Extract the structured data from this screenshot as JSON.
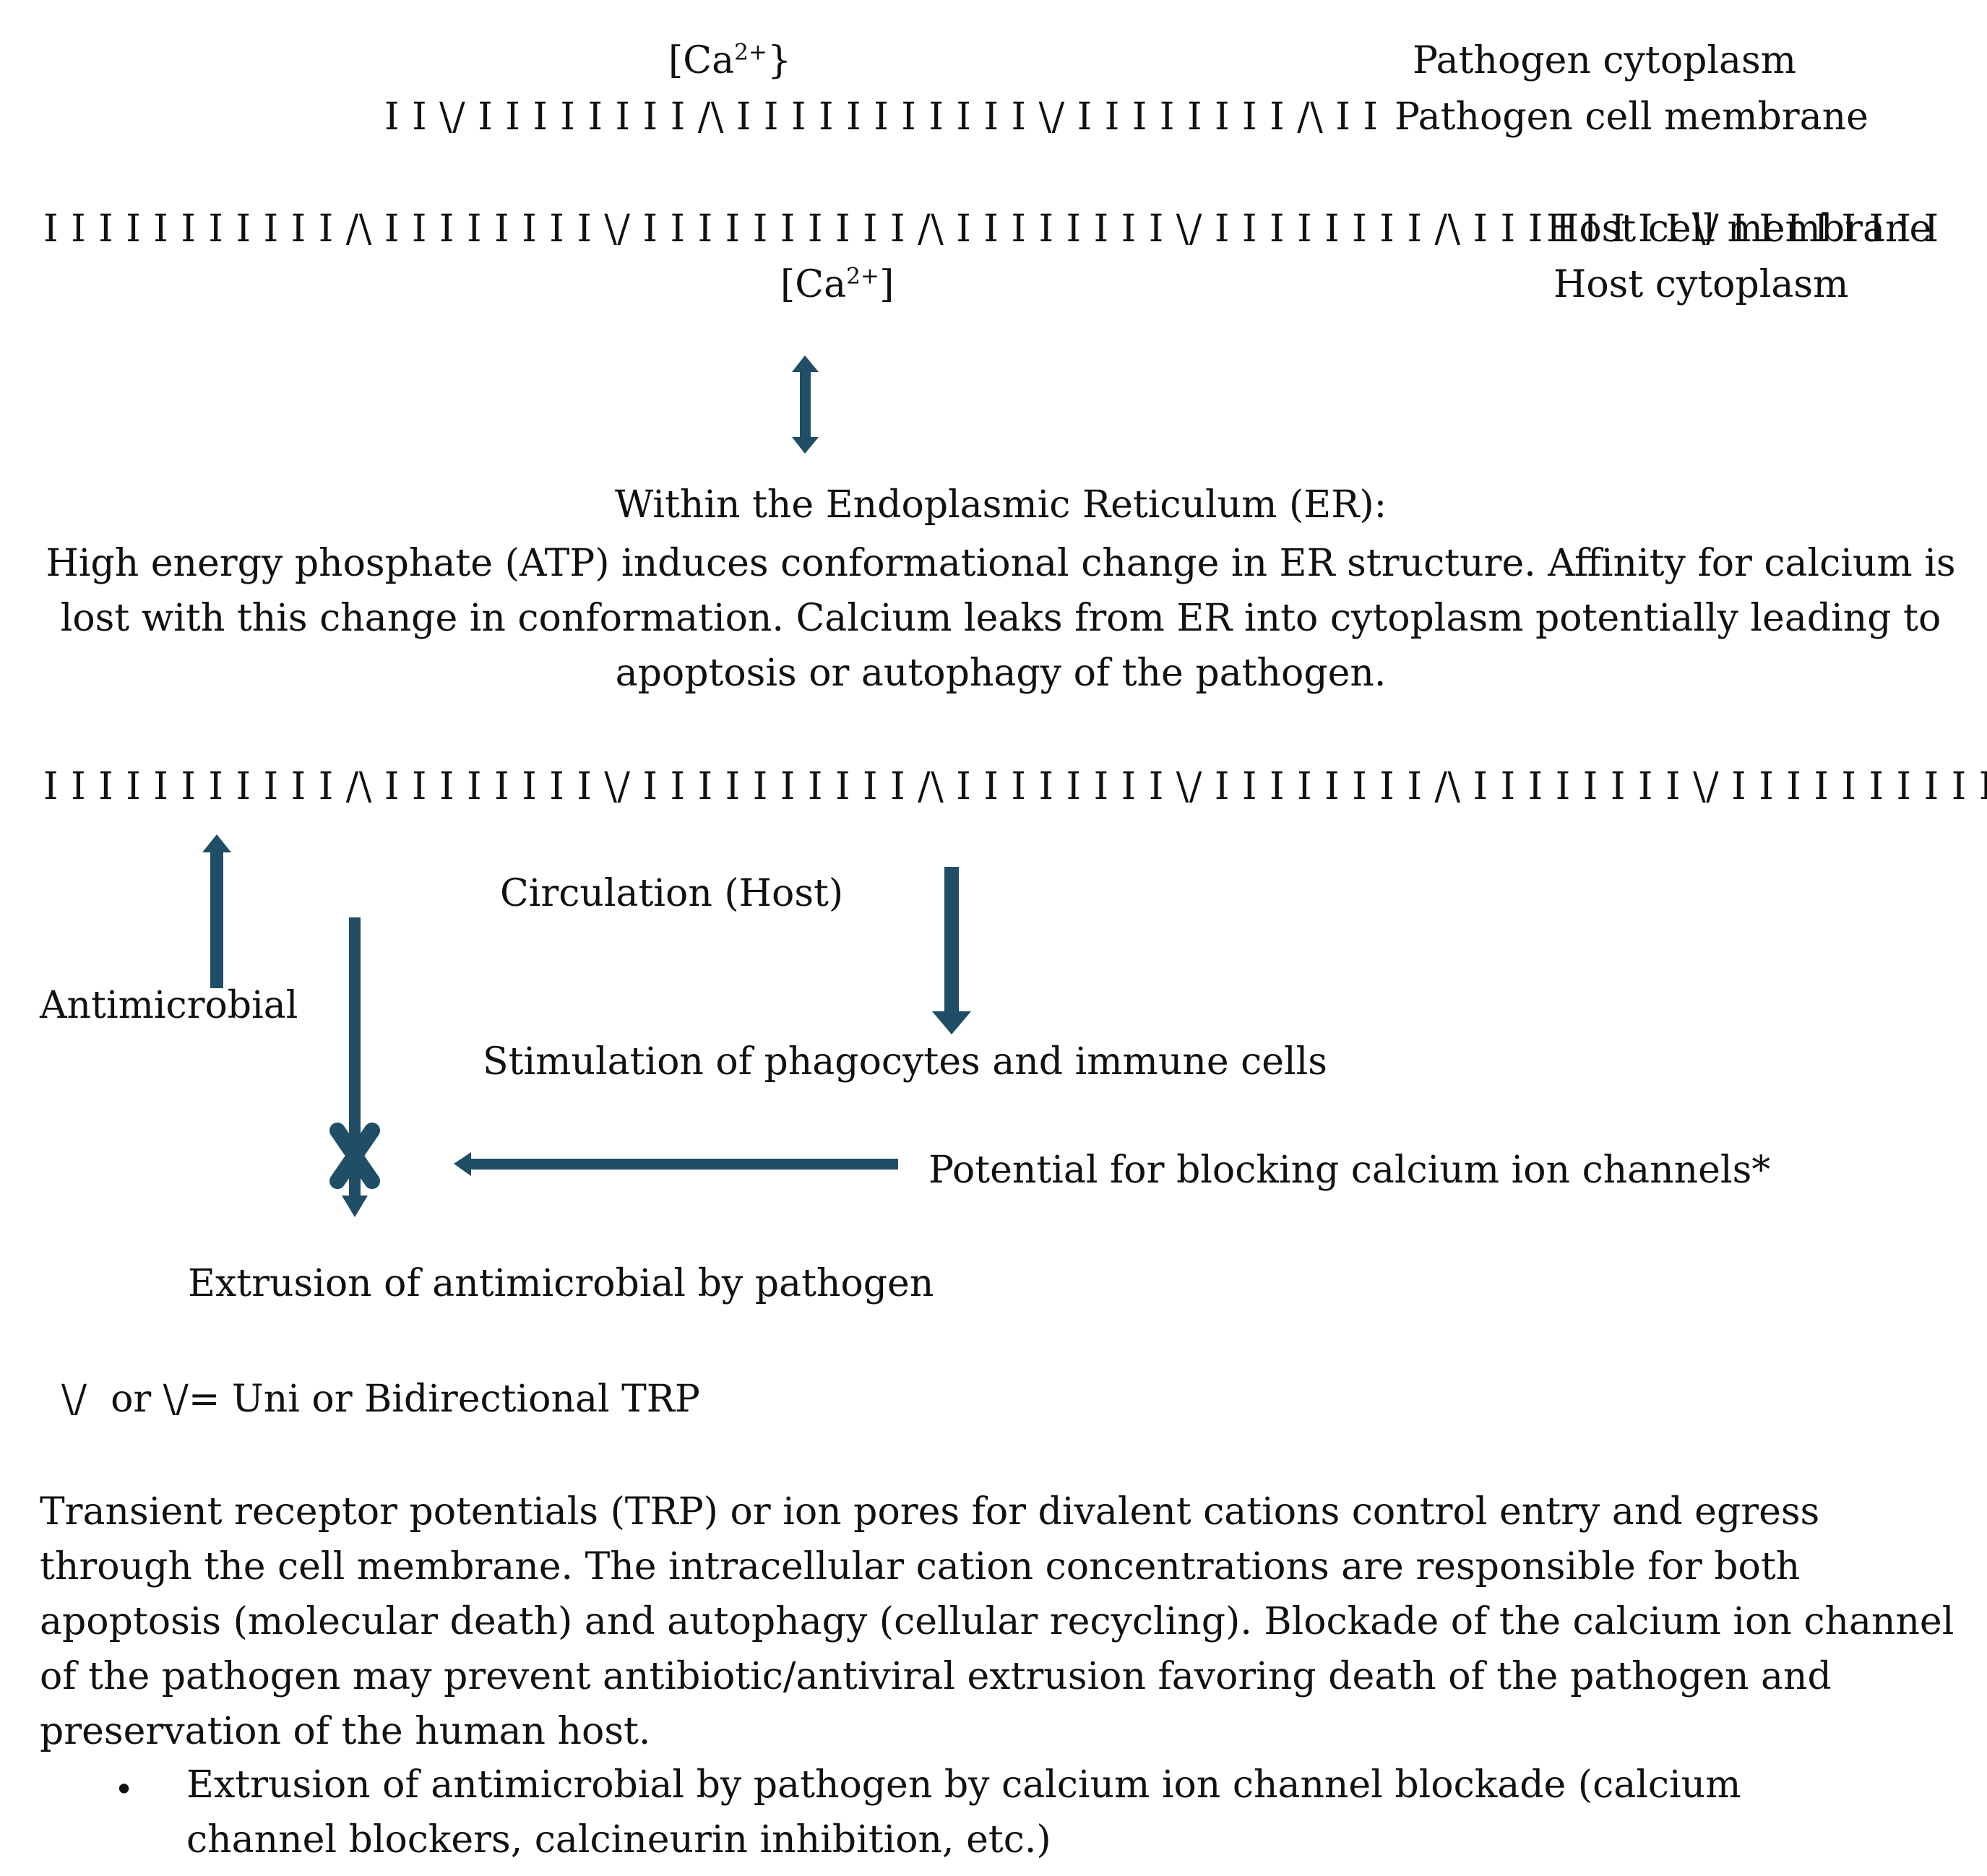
{
  "top": {
    "pathogen_ca": "[Ca2+}",
    "pathogen_cytoplasm": "Pathogen cytoplasm",
    "pathogen_membrane_glyphs": "I I \\/ I I I I I I I I /\\ I I I I I I I I I I I \\/ I I I I I I I I /\\ I I",
    "pathogen_cell_membrane": "Pathogen cell membrane",
    "host_membrane_glyphs": "I I I I I I I I I I I /\\ I I I I I I I I \\/ I I I I I I I I I I /\\ I I I I I I I I \\/ I I I I I I I I /\\ I I I I I I I I \\/ I I I I I I I I",
    "host_cell_membrane": "Host cell membrane",
    "host_ca": "[Ca2+]",
    "host_cytoplasm": "Host cytoplasm"
  },
  "er": {
    "heading": "Within the Endoplasmic Reticulum (ER):",
    "text": "High energy phosphate (ATP) induces conformational change in ER structure. Affinity for calcium is lost with this change in conformation. Calcium leaks from ER into cytoplasm potentially leading to apoptosis or autophagy of the pathogen."
  },
  "lower_membrane_glyphs": "I I I I I I I I I I I /\\ I I I I I I I I \\/ I I I I I I I I I I /\\ I I I I I I I I \\/ I I I I I I I I /\\ I I I I I I I I \\/ I I I I I I I I I I",
  "flow": {
    "circulation": "Circulation (Host)",
    "antimicrobial": "Antimicrobial",
    "stimulation": "Stimulation of phagocytes and immune cells",
    "blocking": "Potential for blocking calcium ion channels*",
    "extrusion": "Extrusion of antimicrobial by pathogen"
  },
  "legend": "\\/  or \\/= Uni or Bidirectional TRP",
  "paragraph": "Transient receptor potentials (TRP) or ion pores for divalent cations control entry and egress through the cell membrane. The intracellular cation concentrations are responsible for both apoptosis (molecular death) and autophagy (cellular recycling). Blockade of the calcium ion channel of the pathogen may prevent antibiotic/antiviral extrusion favoring death of the pathogen and preservation of the human host.",
  "bullet": {
    "symbol": "•",
    "text": "Extrusion of antimicrobial by pathogen by calcium ion channel blockade (calcium channel blockers, calcineurin inhibition, etc.)"
  },
  "colors": {
    "arrow": "#1f4e66",
    "text": "#111111"
  }
}
